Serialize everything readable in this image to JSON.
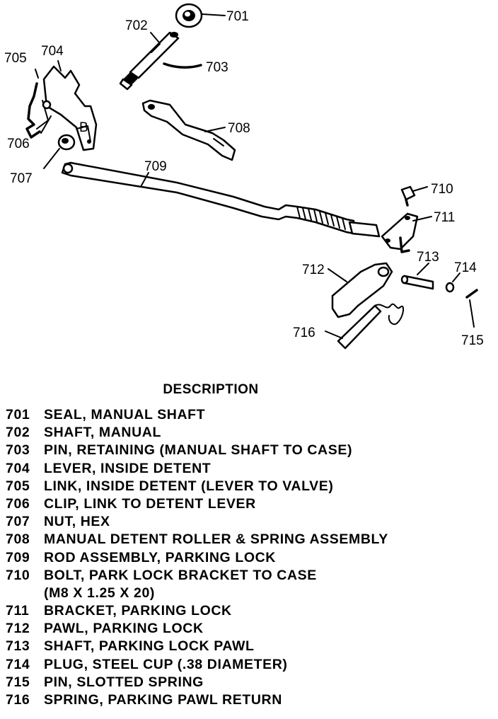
{
  "diagram": {
    "callouts": [
      {
        "id": "701",
        "label": "701"
      },
      {
        "id": "702",
        "label": "702"
      },
      {
        "id": "703",
        "label": "703"
      },
      {
        "id": "704",
        "label": "704"
      },
      {
        "id": "705",
        "label": "705"
      },
      {
        "id": "706",
        "label": "706"
      },
      {
        "id": "707",
        "label": "707"
      },
      {
        "id": "708",
        "label": "708"
      },
      {
        "id": "709",
        "label": "709"
      },
      {
        "id": "710",
        "label": "710"
      },
      {
        "id": "711",
        "label": "711"
      },
      {
        "id": "712",
        "label": "712"
      },
      {
        "id": "713",
        "label": "713"
      },
      {
        "id": "714",
        "label": "714"
      },
      {
        "id": "715",
        "label": "715"
      },
      {
        "id": "716",
        "label": "716"
      }
    ]
  },
  "legend": {
    "heading": "DESCRIPTION",
    "items": [
      {
        "num": "701",
        "desc": "SEAL, MANUAL SHAFT"
      },
      {
        "num": "702",
        "desc": "SHAFT, MANUAL"
      },
      {
        "num": "703",
        "desc": "PIN, RETAINING (MANUAL SHAFT TO CASE)"
      },
      {
        "num": "704",
        "desc": "LEVER, INSIDE DETENT"
      },
      {
        "num": "705",
        "desc": "LINK, INSIDE DETENT (LEVER TO VALVE)"
      },
      {
        "num": "706",
        "desc": "CLIP, LINK TO DETENT LEVER"
      },
      {
        "num": "707",
        "desc": "NUT, HEX"
      },
      {
        "num": "708",
        "desc": "MANUAL DETENT ROLLER & SPRING ASSEMBLY"
      },
      {
        "num": "709",
        "desc": "ROD ASSEMBLY, PARKING LOCK"
      },
      {
        "num": "710",
        "desc": "BOLT, PARK LOCK BRACKET TO CASE"
      },
      {
        "num": "",
        "desc": "(M8 X 1.25 X 20)"
      },
      {
        "num": "711",
        "desc": "BRACKET, PARKING LOCK"
      },
      {
        "num": "712",
        "desc": "PAWL, PARKING LOCK"
      },
      {
        "num": "713",
        "desc": "SHAFT, PARKING LOCK PAWL"
      },
      {
        "num": "714",
        "desc": "PLUG, STEEL CUP (.38 DIAMETER)"
      },
      {
        "num": "715",
        "desc": "PIN, SLOTTED SPRING"
      },
      {
        "num": "716",
        "desc": "SPRING, PARKING PAWL RETURN"
      }
    ]
  }
}
